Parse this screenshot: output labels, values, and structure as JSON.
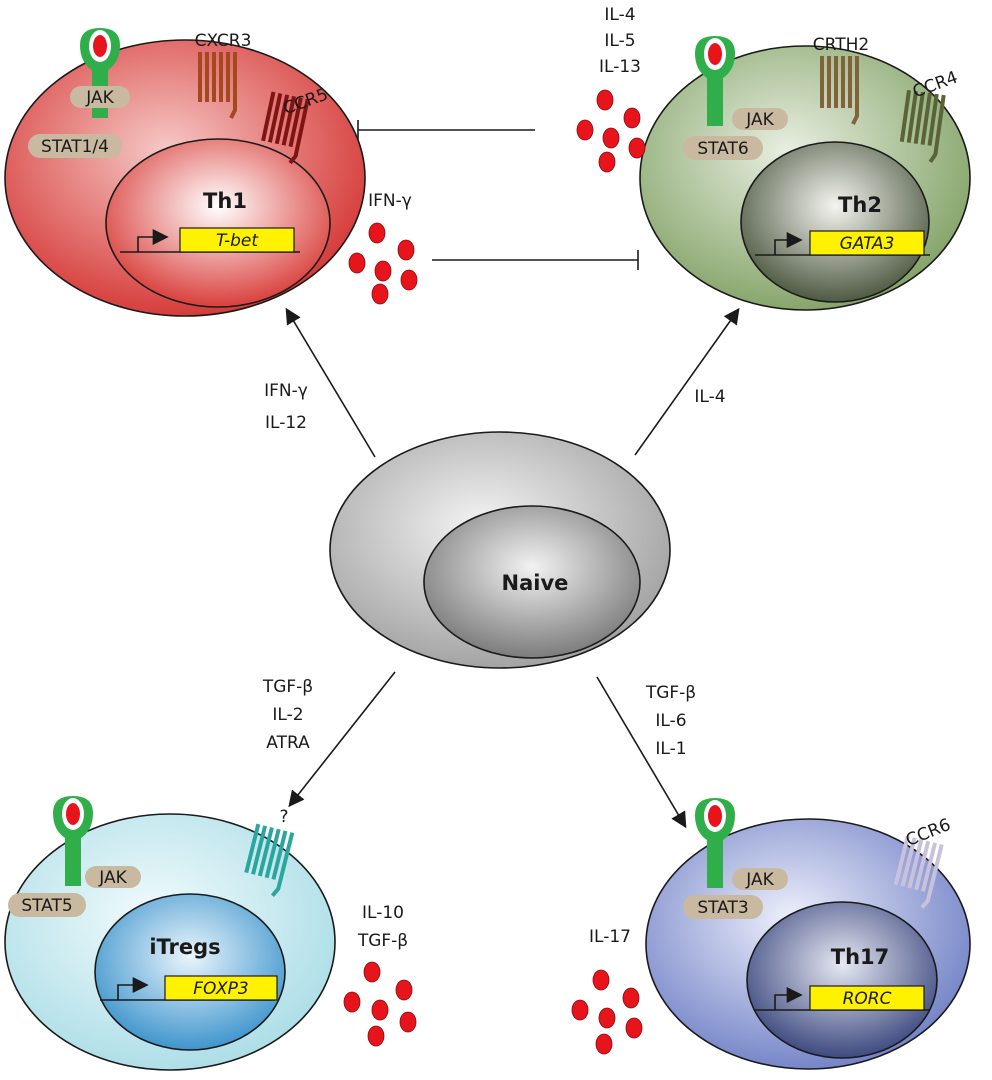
{
  "cells": {
    "th1": {
      "name": "Th1",
      "gene": "T-bet",
      "receptors": [
        "CXCR3",
        "CCR5"
      ],
      "jak": "JAK",
      "stat": "STAT1/4",
      "secretes": [
        "IFN-γ"
      ],
      "colors": {
        "membrane": "#d3312f",
        "inner": "#f0c7c4",
        "receptor1": "#a4481f",
        "receptor2": "#7e1414"
      }
    },
    "th2": {
      "name": "Th2",
      "gene": "GATA3",
      "receptors": [
        "CRTH2",
        "CCR4"
      ],
      "jak": "JAK",
      "stat": "STAT6",
      "secretes": [
        "IL-4",
        "IL-5",
        "IL-13"
      ],
      "colors": {
        "membrane": "#7f9f62",
        "inner": "#c8d4bc",
        "receptor1": "#80633b",
        "receptor2": "#5a6337"
      }
    },
    "naive": {
      "name": "Naive",
      "colors": {
        "membrane": "#a9a9a9",
        "inner": "#d2d2d2"
      }
    },
    "itregs": {
      "name": "iTregs",
      "gene": "FOXP3",
      "receptors": [
        "?"
      ],
      "jak": "JAK",
      "stat": "STAT5",
      "secretes": [
        "IL-10",
        "TGF-β"
      ],
      "colors": {
        "membrane": "#b6e1e9",
        "inner": "#5aa8d3",
        "receptor1": "#2aa69e"
      }
    },
    "th17": {
      "name": "Th17",
      "gene": "RORC",
      "receptors": [
        "CCR6"
      ],
      "jak": "JAK",
      "stat": "STAT3",
      "secretes": [
        "IL-17"
      ],
      "colors": {
        "membrane": "#7c8bc9",
        "inner": "#4b5a96",
        "receptor1": "#c9c2dd"
      }
    }
  },
  "differentiation": {
    "to_th1": [
      "IFN-γ",
      "IL-12"
    ],
    "to_th2": [
      "IL-4"
    ],
    "to_itregs": [
      "TGF-β",
      "IL-2",
      "ATRA"
    ],
    "to_th17": [
      "TGF-β",
      "IL-6",
      "IL-1"
    ]
  },
  "colors": {
    "receptor_green": "#2fae4a",
    "ligand_red": "#e8141c",
    "gene_box": "#fff200",
    "pill": "#c9b9a0"
  }
}
